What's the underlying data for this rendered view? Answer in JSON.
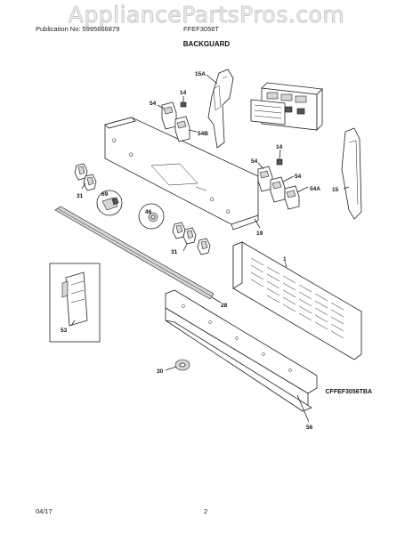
{
  "watermark": "AppliancePartsPros.com",
  "header": {
    "publication": "Publication No: 5995666879",
    "model": "FFEF3056T",
    "section": "BACKGUARD"
  },
  "labels": {
    "p15A": "15A",
    "p14a": "14",
    "p54a": "54",
    "p54B": "54B",
    "p14b": "14",
    "p54b": "54",
    "p54c": "54",
    "p54A": "54A",
    "p15": "15",
    "p31a": "31",
    "p69": "69",
    "p46": "46",
    "p19": "19",
    "p31b": "31",
    "p1": "1",
    "p28": "28",
    "p53": "53",
    "p30": "30",
    "p56": "56"
  },
  "footer": {
    "diagram_code": "CFFEF3056TBA",
    "date": "04/17",
    "page": "2"
  }
}
